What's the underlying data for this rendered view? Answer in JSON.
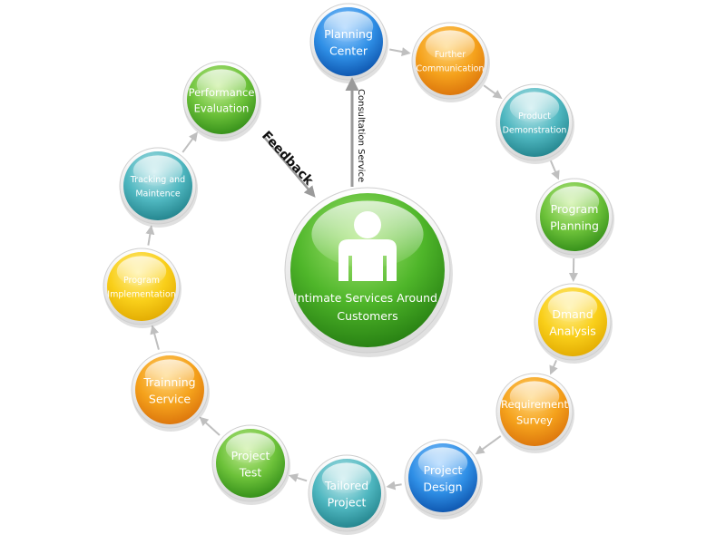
{
  "colors": {
    "blue": {
      "light": "#9fd0ff",
      "mid": "#2f8fe6",
      "dark": "#0a4fa8"
    },
    "orange": {
      "light": "#ffd57a",
      "mid": "#f5a21c",
      "dark": "#d9700a"
    },
    "teal": {
      "light": "#c9ecef",
      "mid": "#4fb7c0",
      "dark": "#1f7f88"
    },
    "green": {
      "light": "#c8ef9a",
      "mid": "#6dc23a",
      "dark": "#2f8a16"
    },
    "yellow": {
      "light": "#fff09a",
      "mid": "#f9cf1a",
      "dark": "#e0a800"
    },
    "center": {
      "light": "#a8e676",
      "mid": "#4fb62a",
      "dark": "#237a10"
    },
    "arrow": "#bfbfbf",
    "dark_arrow": "#9a9a9a"
  },
  "center": {
    "icon": "person-icon",
    "lines": [
      "Intimate Services Around",
      "Customers"
    ]
  },
  "nodes": [
    {
      "id": "planning-center",
      "lines": [
        "Planning",
        "Center"
      ],
      "color": "blue"
    },
    {
      "id": "further-communication",
      "lines": [
        "Further",
        "Communication"
      ],
      "color": "orange"
    },
    {
      "id": "product-demonstration",
      "lines": [
        "Product",
        "Demonstration"
      ],
      "color": "teal"
    },
    {
      "id": "program-planning",
      "lines": [
        "Program",
        "Planning"
      ],
      "color": "green"
    },
    {
      "id": "dmand-analysis",
      "lines": [
        "Dmand",
        "Analysis"
      ],
      "color": "yellow"
    },
    {
      "id": "requirement-survey",
      "lines": [
        "Requirement",
        "Survey"
      ],
      "color": "orange"
    },
    {
      "id": "project-design",
      "lines": [
        "Project",
        "Design"
      ],
      "color": "blue"
    },
    {
      "id": "tailored-project",
      "lines": [
        "Tailored",
        "Project"
      ],
      "color": "teal"
    },
    {
      "id": "project-test",
      "lines": [
        "Project",
        "Test"
      ],
      "color": "green"
    },
    {
      "id": "trainning-service",
      "lines": [
        "Trainning",
        "Service"
      ],
      "color": "orange"
    },
    {
      "id": "program-implementation",
      "lines": [
        "Program",
        "Implementation"
      ],
      "color": "yellow"
    },
    {
      "id": "tracking-and-maintence",
      "lines": [
        "Tracking and",
        "Maintence"
      ],
      "color": "teal"
    },
    {
      "id": "performance-evaluation",
      "lines": [
        "Performance",
        "Evaluation"
      ],
      "color": "green"
    }
  ],
  "edges": {
    "feedback": "Feedback",
    "consultation": "Consultation Service"
  }
}
